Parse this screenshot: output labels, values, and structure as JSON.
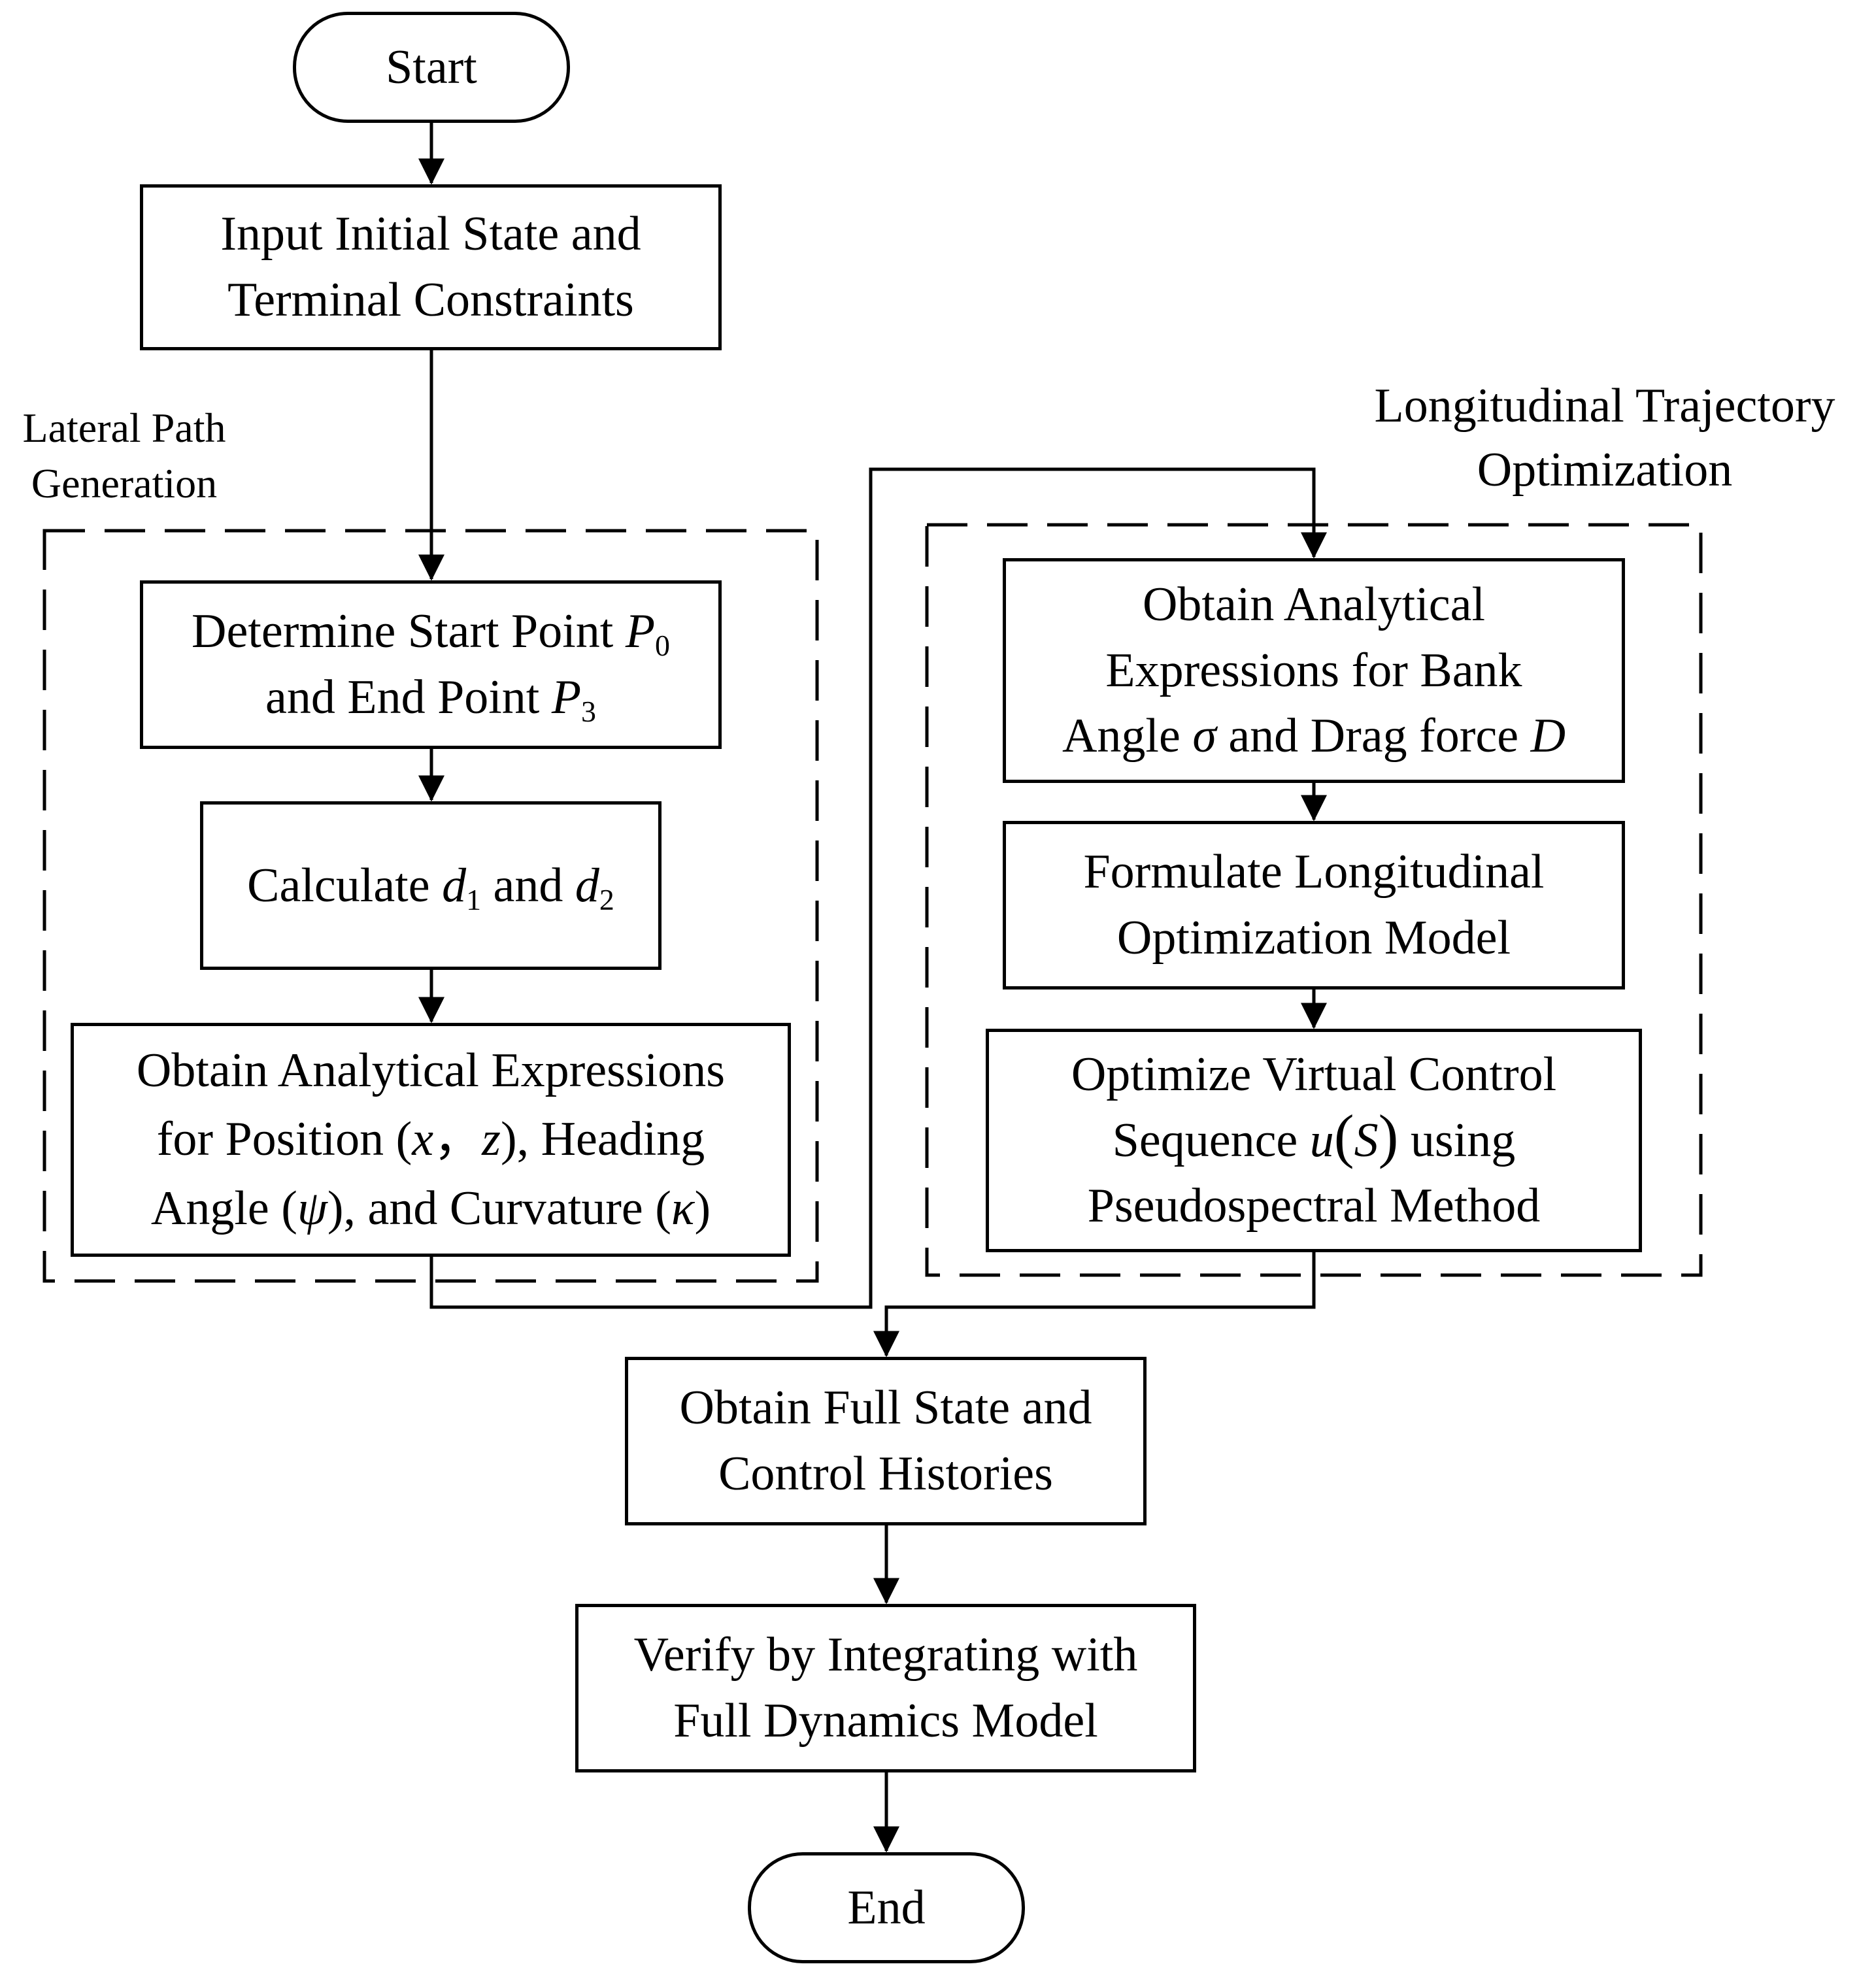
{
  "groups": {
    "lateral": {
      "title_line1": "Lateral Path",
      "title_line2": "Generation"
    },
    "longitudinal": {
      "title_line1": "Longitudinal Trajectory",
      "title_line2": "Optimization"
    }
  },
  "nodes": {
    "start": {
      "label": "Start"
    },
    "input": {
      "line1": "Input Initial State and",
      "line2": "Terminal Constraints"
    },
    "determine": {
      "line1_text": "Determine Start Point ",
      "p_symbol": "P",
      "p0_sub": "0",
      "line2_text": "and End Point ",
      "p3_sub": "3"
    },
    "calculate": {
      "prefix": "Calculate ",
      "d_symbol": "d",
      "d1_sub": "1",
      "joiner": " and ",
      "d2_sub": "2"
    },
    "lateral_expr": {
      "line1": "Obtain Analytical Expressions",
      "line2_a": "for Position (",
      "x_symbol": "x",
      "comma": "，",
      "z_symbol": "z",
      "line2_b": "), Heading",
      "line3_a": "Angle (",
      "psi_symbol": "ψ",
      "line3_b": "), and Curvature (",
      "kappa_symbol": "κ",
      "line3_c": ")"
    },
    "bank": {
      "line1": "Obtain Analytical",
      "line2": "Expressions for Bank",
      "line3_a": "Angle ",
      "sigma_symbol": "σ",
      "line3_b": " and Drag force ",
      "d_symbol": "D"
    },
    "formulate": {
      "line1": "Formulate Longitudinal",
      "line2": "Optimization Model"
    },
    "optimize": {
      "line1": "Optimize Virtual Control",
      "line2_a": "Sequence ",
      "u_symbol": "u",
      "paren_open": "(",
      "s_symbol": "S",
      "paren_close": ")",
      "line2_b": " using",
      "line3": "Pseudospectral Method"
    },
    "full_state": {
      "line1": "Obtain Full State and",
      "line2": "Control Histories"
    },
    "verify": {
      "line1": "Verify by Integrating with",
      "line2": "Full Dynamics Model"
    },
    "end": {
      "label": "End"
    }
  }
}
